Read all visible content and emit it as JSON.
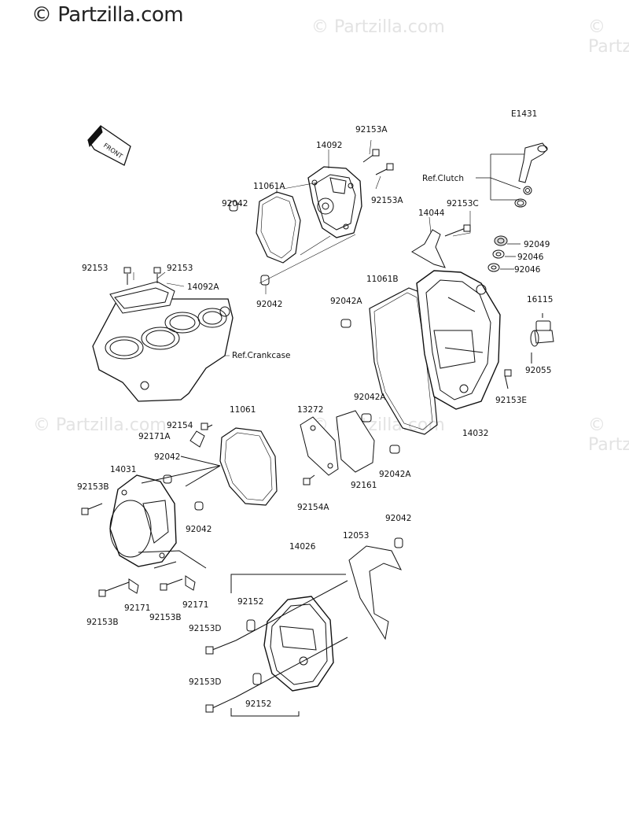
{
  "watermark": {
    "main": "© Partzilla.com",
    "faint": "© Partzilla.com"
  },
  "diagram": {
    "code": "E1431",
    "front_arrow": "FRONT",
    "refs": {
      "clutch": "Ref.Clutch",
      "crankcase": "Ref.Crankcase"
    }
  },
  "parts": {
    "p92153A_a": "92153A",
    "p92153A_b": "92153A",
    "p14092": "14092",
    "p11061A": "11061A",
    "p92042_a": "92042",
    "p92042_b": "92042",
    "p92153_a": "92153",
    "p92153_b": "92153",
    "p14092A": "14092A",
    "p14044": "14044",
    "p92153C": "92153C",
    "p92049": "92049",
    "p92046_a": "92046",
    "p92046_b": "92046",
    "p11061B": "11061B",
    "p92042A_a": "92042A",
    "p16115": "16115",
    "p92055": "92055",
    "p92153E": "92153E",
    "p92042A_b": "92042A",
    "p14032": "14032",
    "p92042A_c": "92042A",
    "p11061": "11061",
    "p13272": "13272",
    "p92154": "92154",
    "p92171A": "92171A",
    "p92042_c": "92042",
    "p14031": "14031",
    "p92153B_a": "92153B",
    "p92042_d": "92042",
    "p92161": "92161",
    "p92154A": "92154A",
    "p92042_e": "92042",
    "p14026": "14026",
    "p12053": "12053",
    "p92171_a": "92171",
    "p92153B_b": "92153B",
    "p92171_b": "92171",
    "p92153B_c": "92153B",
    "p92152_a": "92152",
    "p92153D_a": "92153D",
    "p92153D_b": "92153D",
    "p92152_b": "92152"
  }
}
